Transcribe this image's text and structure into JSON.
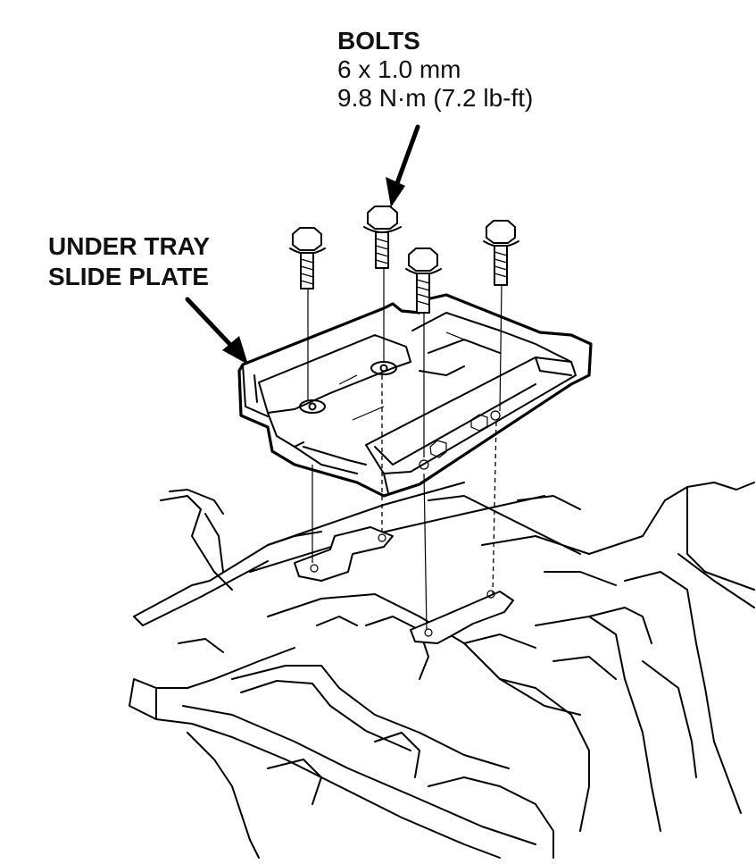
{
  "callouts": {
    "bolts": {
      "title": "BOLTS",
      "size": "6 x 1.0 mm",
      "torque": "9.8 N·m (7.2 lb-ft)"
    },
    "tray": {
      "line1": "UNDER TRAY",
      "line2": "SLIDE PLATE"
    }
  },
  "colors": {
    "ink": "#000000",
    "paper": "#ffffff"
  }
}
